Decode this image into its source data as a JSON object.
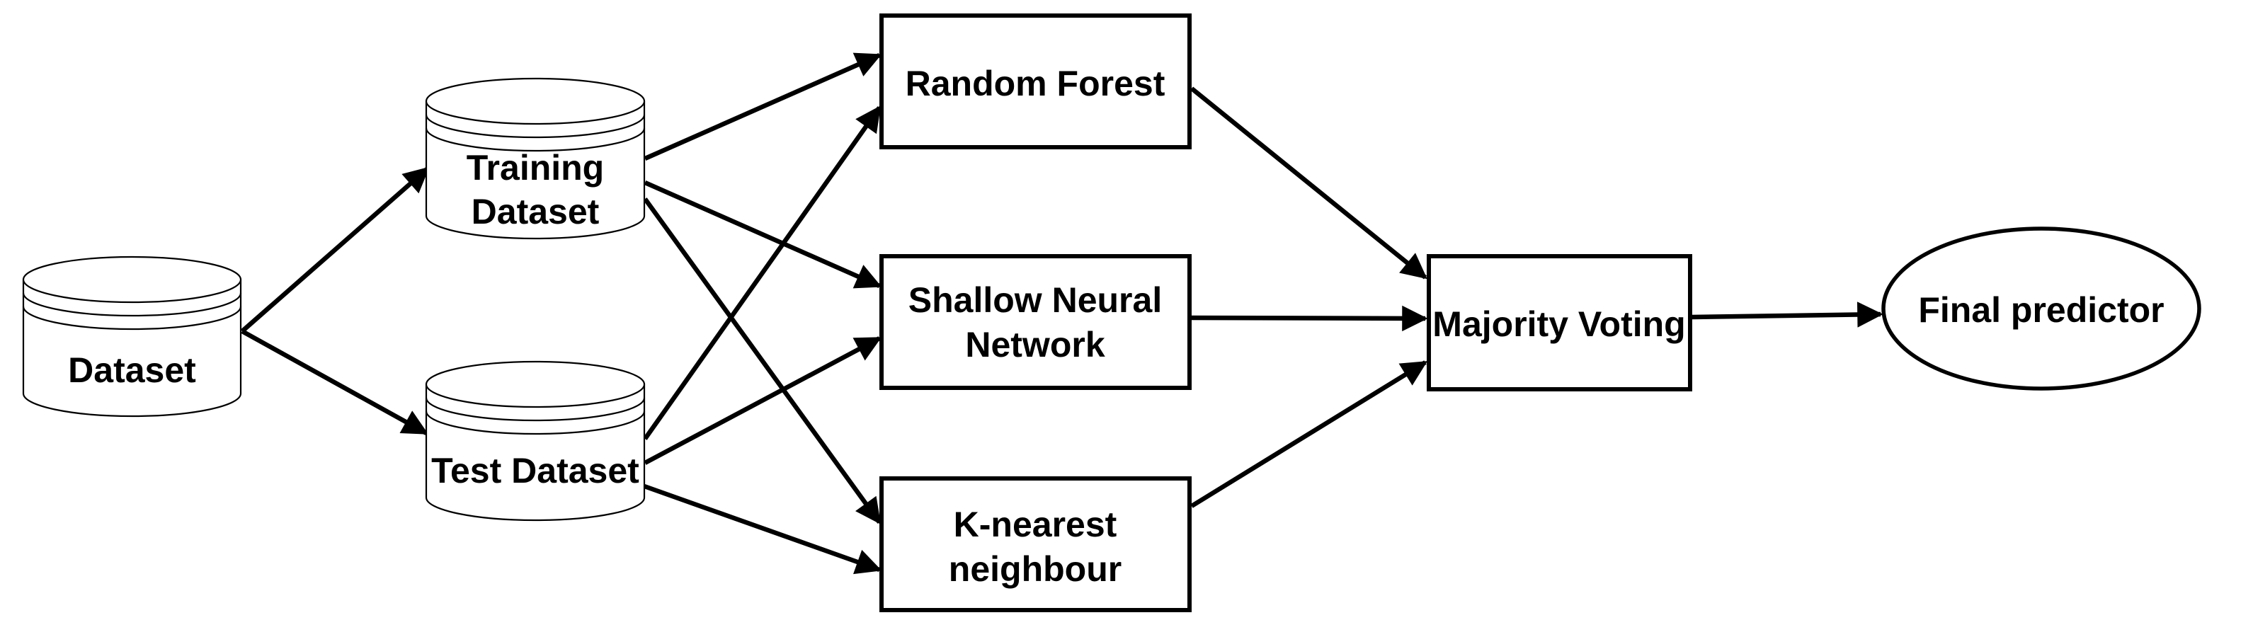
{
  "colors": {
    "background": "#ffffff",
    "shape_fill": "#ffffff",
    "line": "#000000",
    "text": "#000000"
  },
  "nodes": {
    "dataset": {
      "shape": "cylinder",
      "lines": [
        "Dataset"
      ]
    },
    "training_dataset": {
      "shape": "cylinder",
      "lines": [
        "Training",
        "Dataset"
      ]
    },
    "test_dataset": {
      "shape": "cylinder",
      "lines": [
        "Test Dataset"
      ]
    },
    "random_forest": {
      "shape": "rectangle",
      "lines": [
        "Random Forest"
      ]
    },
    "shallow_neural_network": {
      "shape": "rectangle",
      "lines": [
        "Shallow Neural",
        "Network"
      ]
    },
    "k_nearest_neighbour": {
      "shape": "rectangle",
      "lines": [
        "K-nearest",
        "neighbour"
      ]
    },
    "majority_voting": {
      "shape": "rectangle",
      "lines": [
        "Majority Voting"
      ]
    },
    "final_predictor": {
      "shape": "ellipse",
      "lines": [
        "Final predictor"
      ]
    }
  },
  "edges": [
    {
      "from": "dataset",
      "to": "training_dataset"
    },
    {
      "from": "dataset",
      "to": "test_dataset"
    },
    {
      "from": "training_dataset",
      "to": "random_forest"
    },
    {
      "from": "training_dataset",
      "to": "shallow_neural_network"
    },
    {
      "from": "training_dataset",
      "to": "k_nearest_neighbour"
    },
    {
      "from": "test_dataset",
      "to": "random_forest"
    },
    {
      "from": "test_dataset",
      "to": "shallow_neural_network"
    },
    {
      "from": "test_dataset",
      "to": "k_nearest_neighbour"
    },
    {
      "from": "random_forest",
      "to": "majority_voting"
    },
    {
      "from": "shallow_neural_network",
      "to": "majority_voting"
    },
    {
      "from": "k_nearest_neighbour",
      "to": "majority_voting"
    },
    {
      "from": "majority_voting",
      "to": "final_predictor"
    }
  ]
}
